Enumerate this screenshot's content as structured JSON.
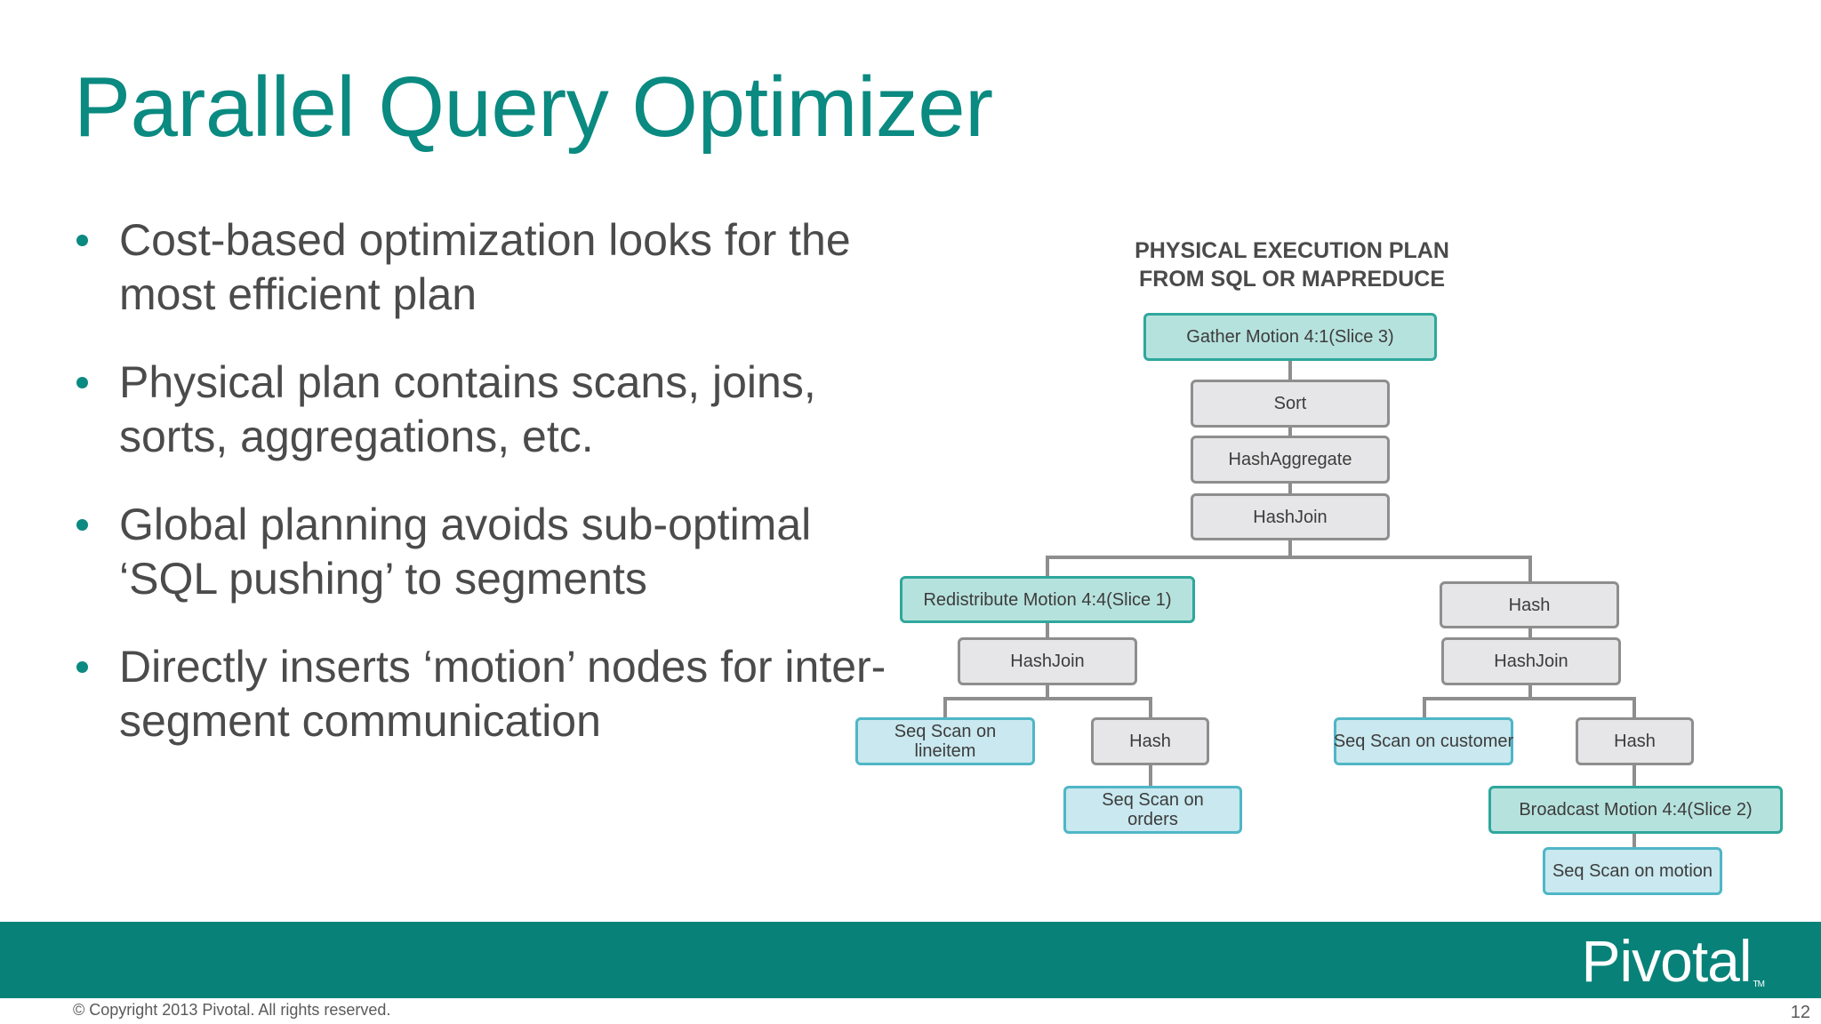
{
  "title": "Parallel Query Optimizer",
  "bullets": [
    "Cost-based optimization looks for the most efficient plan",
    "Physical plan contains scans, joins, sorts, aggregations, etc.",
    "Global planning avoids sub-optimal ‘SQL pushing’ to segments",
    "Directly inserts ‘motion’ nodes for inter-segment communication"
  ],
  "diagram": {
    "title_line1": "PHYSICAL EXECUTION PLAN",
    "title_line2": "FROM SQL OR MAPREDUCE",
    "nodes": {
      "gather_motion": "Gather Motion 4:1(Slice 3)",
      "sort": "Sort",
      "hash_aggregate": "HashAggregate",
      "hash_join_top": "HashJoin",
      "redistribute_motion": "Redistribute Motion 4:4(Slice 1)",
      "hash_join_left": "HashJoin",
      "seq_scan_lineitem": "Seq Scan on lineitem",
      "hash_left": "Hash",
      "seq_scan_orders": "Seq Scan on orders",
      "hash_right_top": "Hash",
      "hash_join_right": "HashJoin",
      "seq_scan_customer": "Seq Scan on customer",
      "hash_right": "Hash",
      "broadcast_motion": "Broadcast Motion 4:4(Slice 2)",
      "seq_scan_motion": "Seq Scan on motion"
    }
  },
  "footer": {
    "logo": "Pivotal",
    "trademark": "TM",
    "copyright": "© Copyright 2013 Pivotal. All rights reserved.",
    "page_number": "12"
  }
}
